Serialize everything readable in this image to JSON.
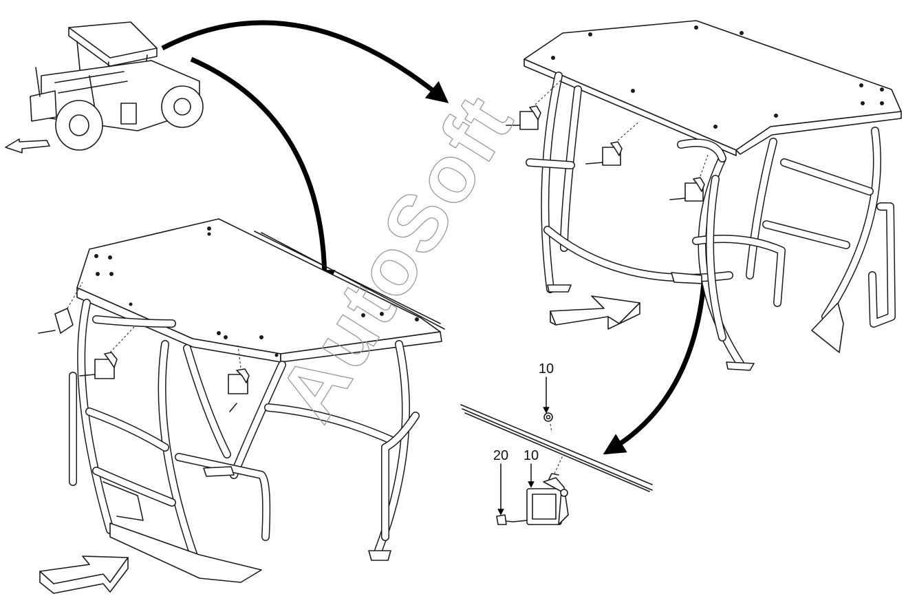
{
  "watermark": "AutoSoft",
  "callouts": [
    {
      "id": "work-lamp-callout",
      "label": "10"
    },
    {
      "id": "nut-callout",
      "label": "10"
    },
    {
      "id": "bolt-callout",
      "label": "20"
    }
  ],
  "colors": {
    "line": "#1a1a1a",
    "watermark": "#9a9a9a",
    "background": "#ffffff"
  }
}
